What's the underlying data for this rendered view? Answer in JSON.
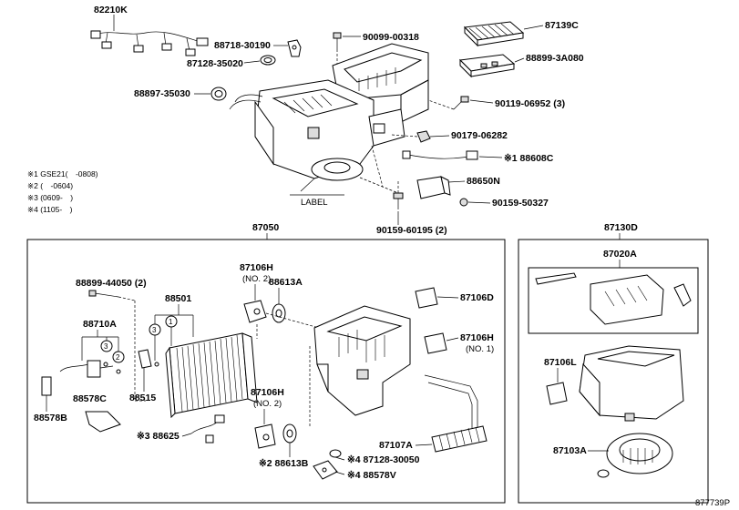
{
  "labels": {
    "p82210K": "82210K",
    "p87139C": "87139C",
    "p90099_00318": "90099-00318",
    "p88718_30190": "88718-30190",
    "p88899_3A080": "88899-3A080",
    "p87128_35020": "87128-35020",
    "p88897_35030": "88897-35030",
    "p90119_06952": "90119-06952 (3)",
    "p90179_06282": "90179-06282",
    "p88608C": "※1 88608C",
    "p88650N": "88650N",
    "p90159_50327": "90159-50327",
    "p90159_60195": "90159-60195 (2)",
    "label_tag": "LABEL",
    "p87050": "87050",
    "p87130D": "87130D",
    "p88899_44050": "88899-44050 (2)",
    "p88501": "88501",
    "p88710A": "88710A",
    "p87106H_top": "87106H",
    "no2_top": "(NO. 2)",
    "p88613A": "88613A",
    "p87106D": "87106D",
    "p87106H_right": "87106H",
    "no1": "(NO. 1)",
    "p88515": "88515",
    "p88578C": "88578C",
    "p88578B": "88578B",
    "p87106H_bot": "87106H",
    "no2_bot": "(NO. 2)",
    "p88625": "※3 88625",
    "p88613B": "※2 88613B",
    "p87107A": "87107A",
    "p87128_30050": "※4 87128-30050",
    "p88578V": "※4 88578V",
    "p87020A": "87020A",
    "p87106L": "87106L",
    "p87103A": "87103A",
    "ref": "877739P"
  },
  "callouts": {
    "c1": "1",
    "c2": "2",
    "c3": "3"
  },
  "notes": [
    "※1 GSE21(　-0808)",
    "※2 (　-0604)",
    "※3 (0609-　)",
    "※4 (1105-　)"
  ]
}
